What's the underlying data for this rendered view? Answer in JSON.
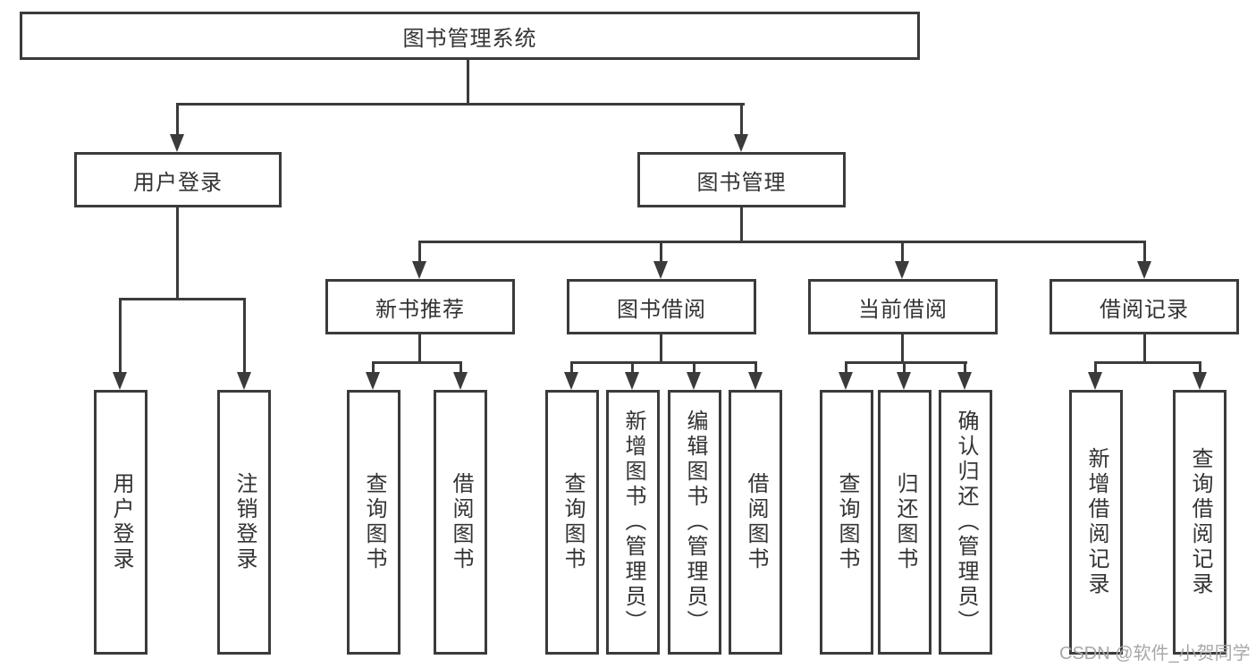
{
  "title": "图书管理系统",
  "nodes": {
    "root": {
      "label": "图书管理系统"
    },
    "login": {
      "label": "用户登录",
      "children": [
        "用户登录",
        "注销登录"
      ]
    },
    "mgmt": {
      "label": "图书管理"
    },
    "recommend": {
      "label": "新书推荐",
      "children": [
        "查询图书",
        "借阅图书"
      ]
    },
    "borrow": {
      "label": "图书借阅",
      "children": [
        "查询图书",
        "新增图书（管理员）",
        "编辑图书（管理员）",
        "借阅图书"
      ]
    },
    "current": {
      "label": "当前借阅",
      "children": [
        "查询图书",
        "归还图书",
        "确认归还（管理员）"
      ]
    },
    "records": {
      "label": "借阅记录",
      "children": [
        "新增借阅记录",
        "查询借阅记录"
      ]
    }
  },
  "watermark": "CSDN @软件_小贺同学",
  "colors": {
    "line": "#3b3b3b",
    "text": "#333333",
    "watermark": "#a8a8a8",
    "background": "#ffffff"
  }
}
